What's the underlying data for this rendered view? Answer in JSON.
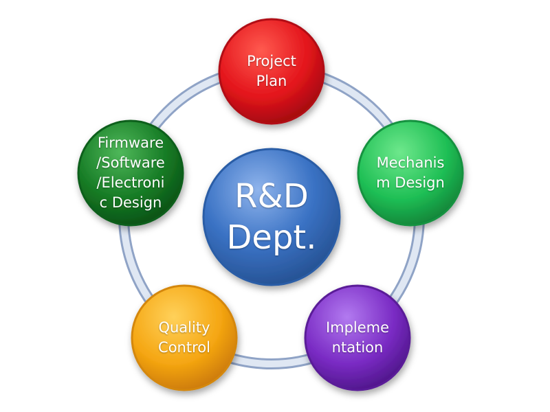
{
  "diagram": {
    "center": {
      "label": "R&D\nDept.",
      "color": "#3a72c4"
    },
    "nodes": [
      {
        "id": "project-plan",
        "label": "Project\nPlan",
        "color": "#e3141b"
      },
      {
        "id": "mechanism-design",
        "label": "Mechanis\nm Design",
        "color": "#1fbf55"
      },
      {
        "id": "implementation",
        "label": "Impleme\nntation",
        "color": "#7a2bc4"
      },
      {
        "id": "quality-control",
        "label": "Quality\nControl",
        "color": "#f5a612"
      },
      {
        "id": "firmware-design",
        "label": "Firmware\n/Software\n/Electroni\nc Design",
        "color": "#157a24"
      }
    ],
    "ring_color": "#c9d5e8"
  }
}
